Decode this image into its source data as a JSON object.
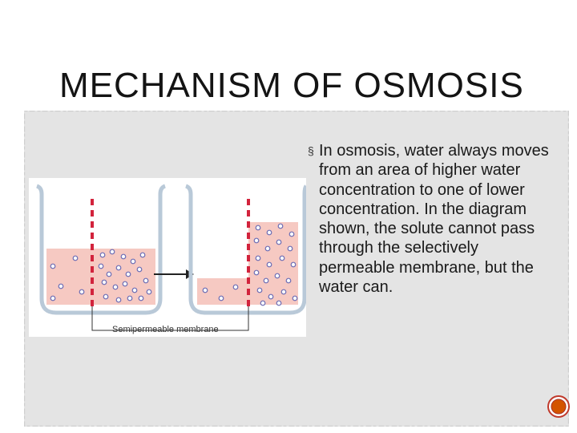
{
  "slide": {
    "title": "MECHANISM OF OSMOSIS",
    "bullet_marker": "§",
    "bullet_text": "In osmosis, water always moves from an area of higher water concentration to one of lower concentration. In the diagram shown, the solute cannot pass through the selectively permeable membrane, but the water can.",
    "diagram": {
      "label": "Semipermeable membrane",
      "colors": {
        "liquid": "#f6c9c2",
        "membrane": "#d2233c",
        "beaker": "#b9c9d8",
        "solute": "#6b6bb3"
      }
    },
    "corner_icon": "circular-nav-icon"
  }
}
